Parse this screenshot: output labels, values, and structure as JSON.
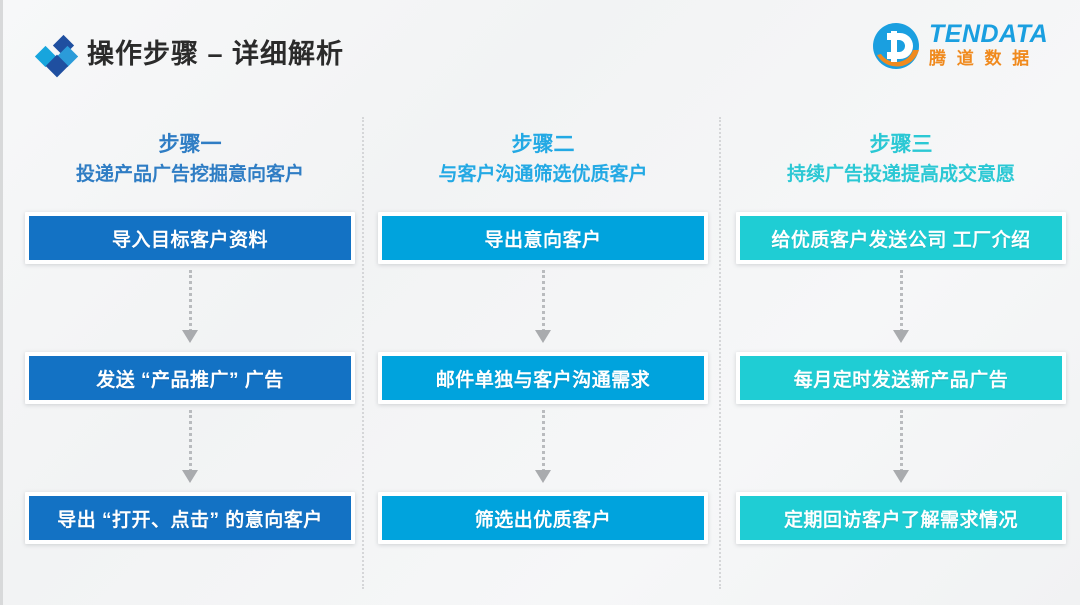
{
  "header": {
    "title": "操作步骤 – 详细解析",
    "diamond_icon": "diamond-cluster-icon",
    "colors": {
      "diamond_dark": "#1f4fa0",
      "diamond_cyan": "#17a5dd",
      "diamond_light": "#2b9bd9"
    }
  },
  "logo": {
    "mark": "tendata-d-circle-logo",
    "name_en": "TENDATA",
    "name_cn": "腾 道 数 据",
    "colors": {
      "blue": "#1a9fe0",
      "orange": "#f08a1e"
    }
  },
  "columns": [
    {
      "id": "step-1",
      "title": "步骤一",
      "subtitle": "投递产品广告挖掘意向客户",
      "accent": "#1372c4",
      "title_color": "#2f7dc4",
      "steps": [
        "导入目标客户资料",
        "发送 “产品推广” 广告",
        "导出 “打开、点击” 的意向客户"
      ]
    },
    {
      "id": "step-2",
      "title": "步骤二",
      "subtitle": "与客户沟通筛选优质客户",
      "accent": "#00a3dd",
      "title_color": "#23a9e4",
      "steps": [
        "导出意向客户",
        "邮件单独与客户沟通需求",
        "筛选出优质客户"
      ]
    },
    {
      "id": "step-3",
      "title": "步骤三",
      "subtitle": "持续广告投递提高成交意愿",
      "accent": "#1fcdd4",
      "title_color": "#2bc8d4",
      "steps": [
        "给优质客户发送公司 工厂介绍",
        "每月定时发送新产品广告",
        "定期回访客户了解需求情况"
      ]
    }
  ],
  "connector": {
    "icon": "down-arrow-dotted-icon",
    "color": "#a9abae"
  },
  "divider": {
    "style": "dotted-vertical",
    "color": "#d5d6d8"
  }
}
